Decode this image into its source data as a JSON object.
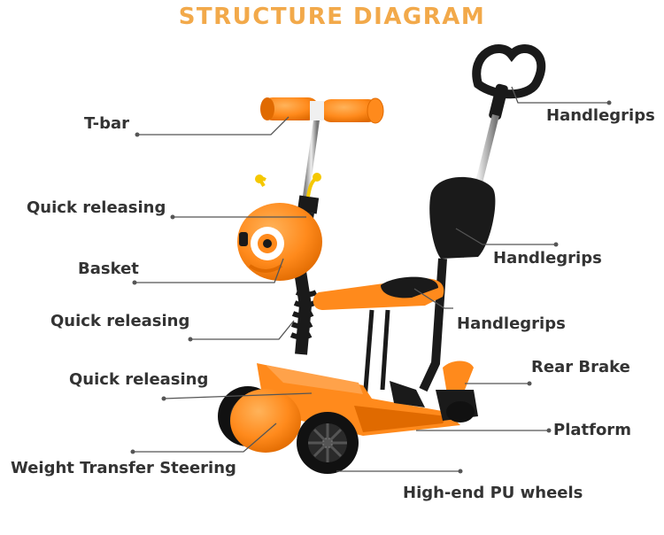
{
  "title": "STRUCTURE DIAGRAM",
  "colors": {
    "title": "#f2a94a",
    "text": "#333333",
    "leader": "#555555",
    "scooter_orange": "#ff8a1c",
    "scooter_black": "#1a1a1a"
  },
  "image": {
    "subject": "orange kids scooter with seat and push handle"
  },
  "labels": {
    "t_bar": "T-bar",
    "quick_releasing_1": "Quick releasing",
    "basket": "Basket",
    "quick_releasing_2": "Quick releasing",
    "quick_releasing_3": "Quick releasing",
    "weight_transfer_steering": "Weight Transfer Steering",
    "handlegrips_top": "Handlegrips",
    "handlegrips_seat_back": "Handlegrips",
    "handlegrips_seat": "Handlegrips",
    "rear_brake": "Rear Brake",
    "platform": "Platform",
    "pu_wheels": "High-end PU wheels"
  }
}
